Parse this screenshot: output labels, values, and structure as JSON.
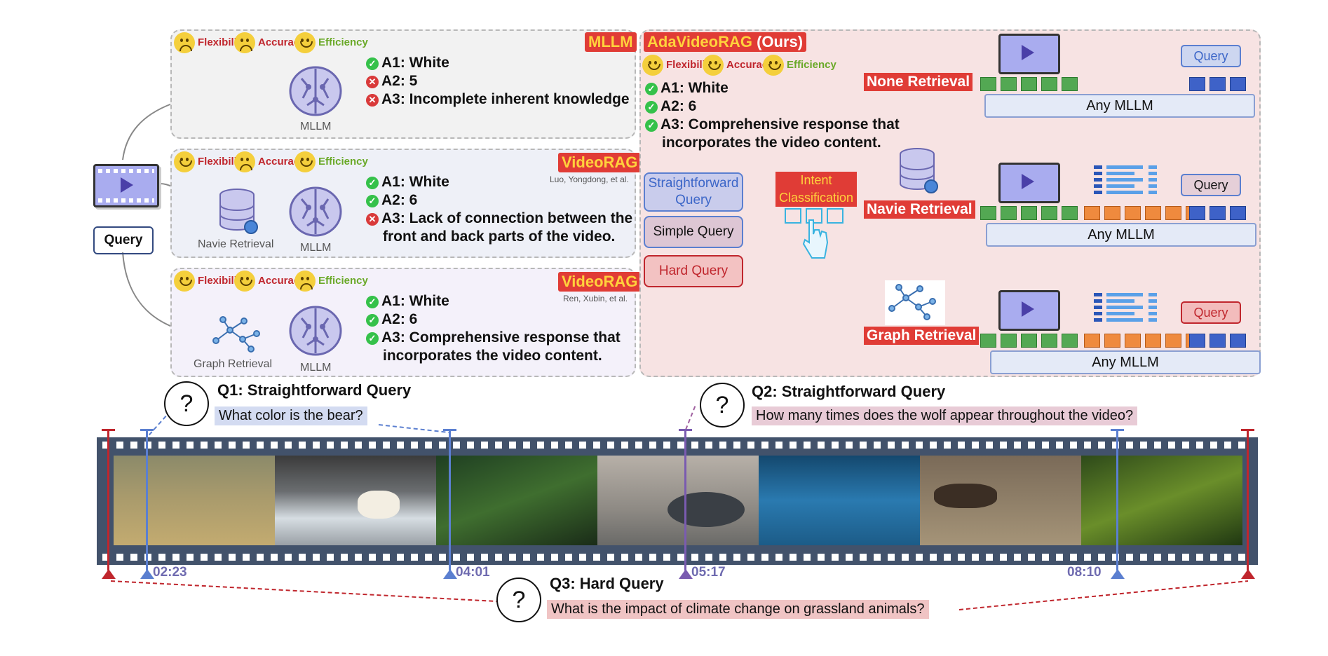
{
  "left": {
    "panels": [
      {
        "badge": "MLLM",
        "citation": "",
        "retrieval_label": "",
        "model_label": "MLLM",
        "attributes": [
          {
            "label": "Flexibility",
            "face": "sad"
          },
          {
            "label": "Accuracy",
            "face": "sad"
          },
          {
            "label": "Efficiency",
            "face": "happy"
          }
        ],
        "answers": [
          {
            "mark": "check",
            "lines": [
              "A1: White"
            ]
          },
          {
            "mark": "cross",
            "lines": [
              "A2: 5"
            ]
          },
          {
            "mark": "cross",
            "lines": [
              "A3: Incomplete inherent knowledge"
            ]
          }
        ]
      },
      {
        "badge": "VideoRAG",
        "citation": "Luo, Yongdong, et al.",
        "retrieval_label": "Navie Retrieval",
        "model_label": "MLLM",
        "attributes": [
          {
            "label": "Flexibility",
            "face": "happy"
          },
          {
            "label": "Accuracy",
            "face": "sad"
          },
          {
            "label": "Efficiency",
            "face": "happy"
          }
        ],
        "answers": [
          {
            "mark": "check",
            "lines": [
              "A1: White"
            ]
          },
          {
            "mark": "check",
            "lines": [
              "A2: 6"
            ]
          },
          {
            "mark": "cross",
            "lines": [
              "A3: Lack of connection between the",
              "front and back parts of the video."
            ]
          }
        ]
      },
      {
        "badge": "VideoRAG",
        "citation": "Ren, Xubin, et al.",
        "retrieval_label": "Graph Retrieval",
        "model_label": "MLLM",
        "attributes": [
          {
            "label": "Flexibility",
            "face": "happy"
          },
          {
            "label": "Accuracy",
            "face": "happy"
          },
          {
            "label": "Efficiency",
            "face": "sad"
          }
        ],
        "answers": [
          {
            "mark": "check",
            "lines": [
              "A1: White"
            ]
          },
          {
            "mark": "check",
            "lines": [
              "A2: 6"
            ]
          },
          {
            "mark": "check",
            "lines": [
              "A3: Comprehensive response that",
              "incorporates the video content."
            ]
          }
        ]
      }
    ],
    "query_label": "Query"
  },
  "right": {
    "title_main": "AdaVideoRAG",
    "title_suffix": " (Ours)",
    "attributes": [
      {
        "label": "Flexibility",
        "face": "happy"
      },
      {
        "label": "Accuracy",
        "face": "happy"
      },
      {
        "label": "Efficiency",
        "face": "happy"
      }
    ],
    "answers": [
      {
        "mark": "check",
        "lines": [
          "A1: White"
        ]
      },
      {
        "mark": "check",
        "lines": [
          "A2: 6"
        ]
      },
      {
        "mark": "check",
        "lines": [
          "A3: Comprehensive response that",
          "incorporates the video content."
        ]
      }
    ],
    "query_types": [
      "Straightforward Query",
      "Simple Query",
      "Hard Query"
    ],
    "intent_label": "Intent Classification",
    "routes": [
      {
        "label": "None Retrieval",
        "model": "Any MLLM",
        "query": "Query"
      },
      {
        "label": "Navie Retrieval",
        "model": "Any MLLM",
        "query": "Query"
      },
      {
        "label": "Graph Retrieval",
        "model": "Any MLLM",
        "query": "Query"
      }
    ]
  },
  "timeline": {
    "timestamps": [
      "02:23",
      "04:01",
      "05:17",
      "08:10"
    ],
    "questions": [
      {
        "title": "Q1: Straightforward Query",
        "text": "What color is the bear?"
      },
      {
        "title": "Q2: Straightforward Query",
        "text": "How many times does the wolf appear throughout the video?"
      },
      {
        "title": "Q3: Hard Query",
        "text": "What is the impact of climate change on grassland animals?"
      }
    ]
  },
  "colors": {
    "label_red": "#c0262d",
    "label_green": "#6aa928",
    "badge_bg": "#e03c36",
    "badge_text": "#ffd23c",
    "right_panel_bg": "#f7e3e3",
    "blue_line": "#5b7fd0",
    "red_line": "#c0262d",
    "purple_line": "#7a5bb0"
  }
}
